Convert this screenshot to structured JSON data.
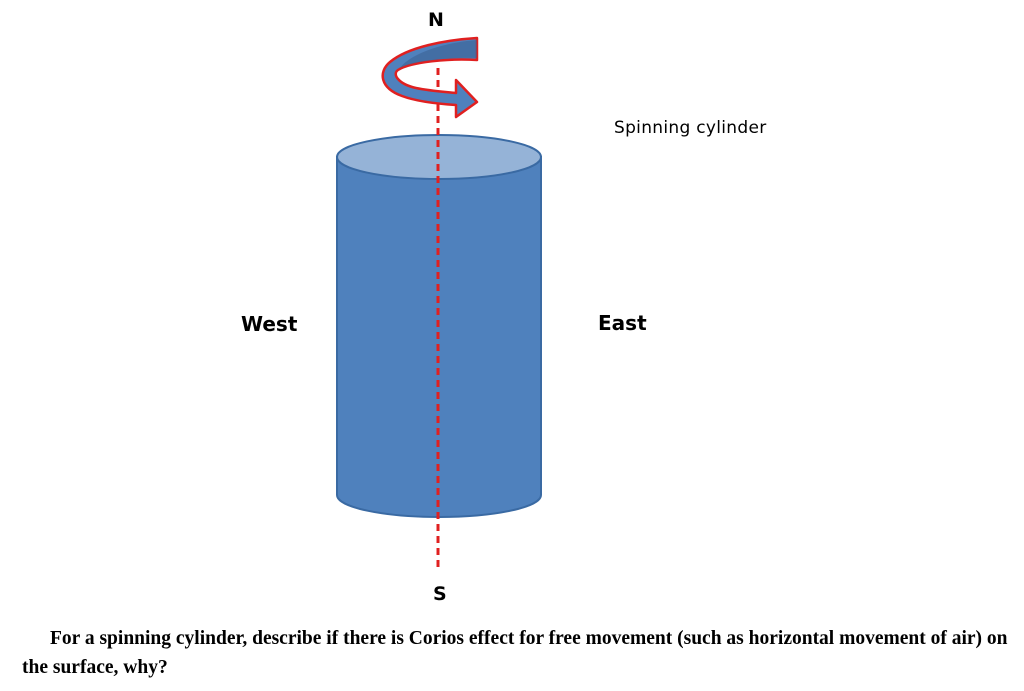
{
  "labels": {
    "north": "N",
    "south": "S",
    "west": "West",
    "east": "East",
    "caption": "Spinning cylinder"
  },
  "question": {
    "text": "For a spinning cylinder, describe if there is Corios effect for free movement (such as horizontal movement of air) on the surface, why?"
  },
  "colors": {
    "cylinder_body": "#4f81bd",
    "cylinder_top": "#95b3d7",
    "cylinder_outline": "#3a6aa3",
    "arrow_fill": "#4f81bd",
    "arrow_outline": "#e02020",
    "axis_line": "#e02020"
  }
}
